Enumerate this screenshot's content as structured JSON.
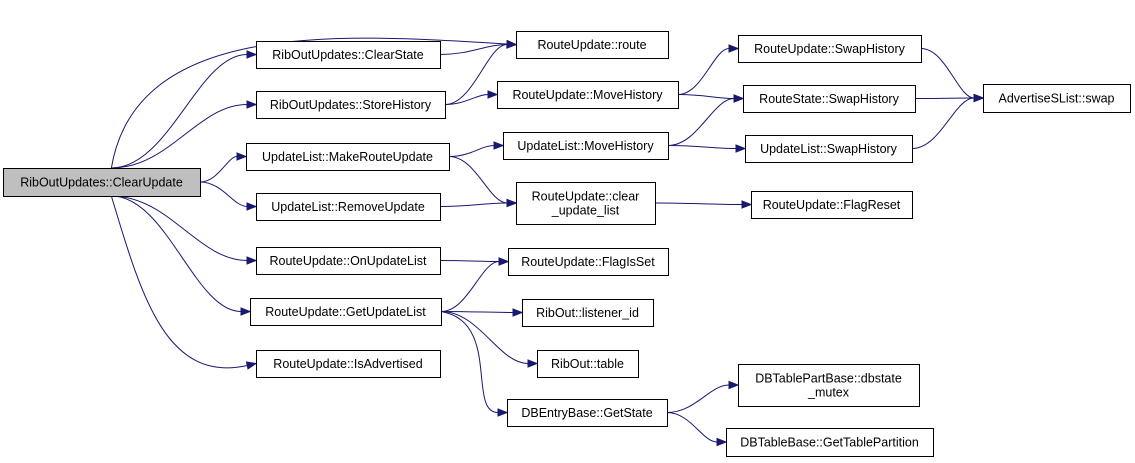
{
  "graph": {
    "colors": {
      "edge": "#191970",
      "node_fill": "#ffffff",
      "root_fill": "#bfbfbf",
      "node_border": "#000000"
    },
    "nodes": {
      "clearupdate": {
        "lines": [
          "RibOutUpdates::ClearUpdate"
        ],
        "root": true
      },
      "clearstate": {
        "lines": [
          "RibOutUpdates::ClearState"
        ]
      },
      "storehistory": {
        "lines": [
          "RibOutUpdates::StoreHistory"
        ]
      },
      "makerouteupdate": {
        "lines": [
          "UpdateList::MakeRouteUpdate"
        ]
      },
      "removeupdate": {
        "lines": [
          "UpdateList::RemoveUpdate"
        ]
      },
      "onupdatelist": {
        "lines": [
          "RouteUpdate::OnUpdateList"
        ]
      },
      "getupdatelist": {
        "lines": [
          "RouteUpdate::GetUpdateList"
        ]
      },
      "isadvertised": {
        "lines": [
          "RouteUpdate::IsAdvertised"
        ]
      },
      "route": {
        "lines": [
          "RouteUpdate::route"
        ]
      },
      "ru_movehistory": {
        "lines": [
          "RouteUpdate::MoveHistory"
        ]
      },
      "ul_movehistory": {
        "lines": [
          "UpdateList::MoveHistory"
        ]
      },
      "clear_update_list": {
        "lines": [
          "RouteUpdate::clear",
          "_update_list"
        ]
      },
      "flagisset": {
        "lines": [
          "RouteUpdate::FlagIsSet"
        ]
      },
      "listener_id": {
        "lines": [
          "RibOut::listener_id"
        ]
      },
      "table": {
        "lines": [
          "RibOut::table"
        ]
      },
      "getstate": {
        "lines": [
          "DBEntryBase::GetState"
        ]
      },
      "ru_swaphistory": {
        "lines": [
          "RouteUpdate::SwapHistory"
        ]
      },
      "rs_swaphistory": {
        "lines": [
          "RouteState::SwapHistory"
        ]
      },
      "ul_swaphistory": {
        "lines": [
          "UpdateList::SwapHistory"
        ]
      },
      "flagreset": {
        "lines": [
          "RouteUpdate::FlagReset"
        ]
      },
      "dbstate_mutex": {
        "lines": [
          "DBTablePartBase::dbstate",
          "_mutex"
        ]
      },
      "gettablepartition": {
        "lines": [
          "DBTableBase::GetTablePartition"
        ]
      },
      "swap": {
        "lines": [
          "AdvertiseSList::swap"
        ]
      }
    },
    "edges": [
      [
        "clearupdate",
        "route"
      ],
      [
        "clearupdate",
        "clearstate"
      ],
      [
        "clearupdate",
        "storehistory"
      ],
      [
        "clearupdate",
        "makerouteupdate"
      ],
      [
        "clearupdate",
        "removeupdate"
      ],
      [
        "clearupdate",
        "onupdatelist"
      ],
      [
        "clearupdate",
        "getupdatelist"
      ],
      [
        "clearupdate",
        "isadvertised"
      ],
      [
        "clearstate",
        "route"
      ],
      [
        "storehistory",
        "route"
      ],
      [
        "storehistory",
        "ru_movehistory"
      ],
      [
        "makerouteupdate",
        "ul_movehistory"
      ],
      [
        "makerouteupdate",
        "clear_update_list"
      ],
      [
        "removeupdate",
        "clear_update_list"
      ],
      [
        "onupdatelist",
        "flagisset"
      ],
      [
        "getupdatelist",
        "flagisset"
      ],
      [
        "getupdatelist",
        "listener_id"
      ],
      [
        "getupdatelist",
        "table"
      ],
      [
        "getupdatelist",
        "getstate"
      ],
      [
        "ru_movehistory",
        "ru_swaphistory"
      ],
      [
        "ru_movehistory",
        "rs_swaphistory"
      ],
      [
        "ul_movehistory",
        "rs_swaphistory"
      ],
      [
        "ul_movehistory",
        "ul_swaphistory"
      ],
      [
        "clear_update_list",
        "flagreset"
      ],
      [
        "getstate",
        "dbstate_mutex"
      ],
      [
        "getstate",
        "gettablepartition"
      ],
      [
        "ru_swaphistory",
        "swap"
      ],
      [
        "rs_swaphistory",
        "swap"
      ],
      [
        "ul_swaphistory",
        "swap"
      ]
    ]
  }
}
